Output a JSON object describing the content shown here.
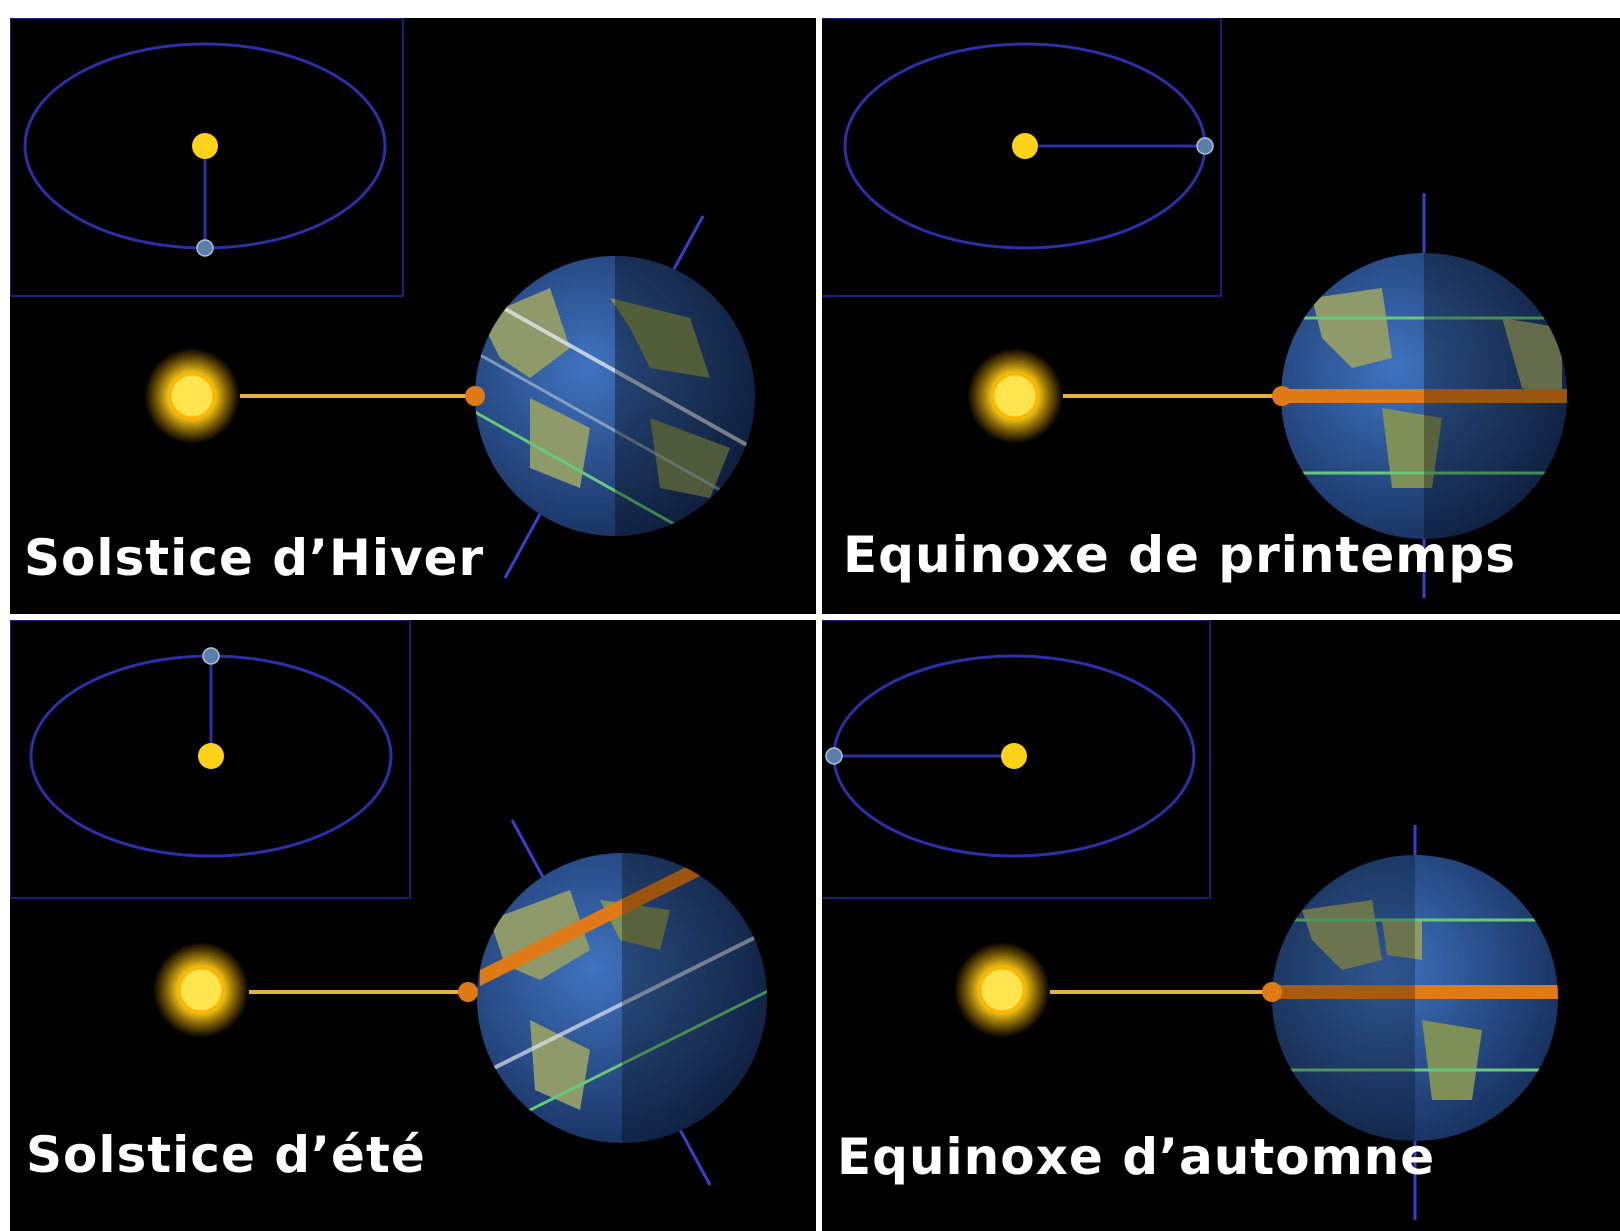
{
  "panels": [
    {
      "caption": "Solstice d’Hiver",
      "season": "winter-solstice",
      "earth_orbit_position": "bottom",
      "axis_tilt": "tilted-away"
    },
    {
      "caption": "Equinoxe de printemps",
      "season": "spring-equinox",
      "earth_orbit_position": "right",
      "axis_tilt": "upright"
    },
    {
      "caption": "Solstice d’été",
      "season": "summer-solstice",
      "earth_orbit_position": "top",
      "axis_tilt": "tilted-toward"
    },
    {
      "caption": "Equinoxe d’automne",
      "season": "autumn-equinox",
      "earth_orbit_position": "left",
      "axis_tilt": "upright"
    }
  ],
  "colors": {
    "background": "#000000",
    "orbit": "#2b2fa8",
    "sun": "#ffd21a",
    "sun_ray": "#e3b341",
    "ocean": "#2f5fa8",
    "land": "#8f9a6a",
    "tropic_line": "#66c87a",
    "equator_band": "#e07a16",
    "divider": "#ffffff"
  }
}
